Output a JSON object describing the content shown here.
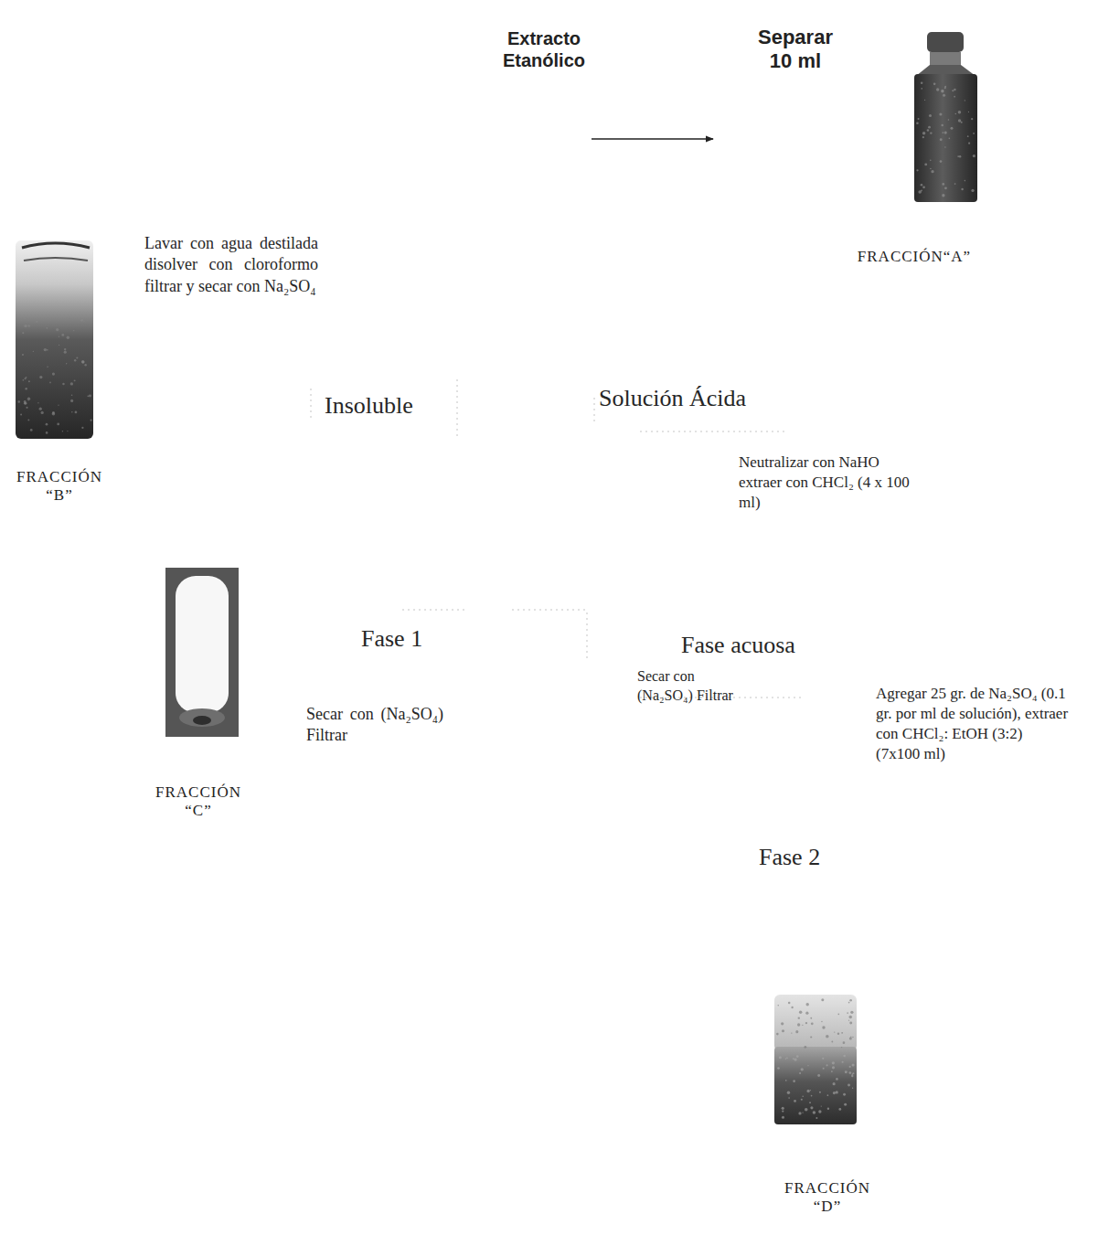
{
  "diagram": {
    "nodes": [
      {
        "text": [
          "Extracto Etanólico"
        ]
      },
      {
        "text": [
          "FRACCIÓN“A”"
        ]
      },
      {
        "text": [
          "FRACCIÓN “B”"
        ]
      },
      {
        "text": [
          "FRACCIÓN “C”"
        ]
      },
      {
        "text": [
          "FRACCIÓN “D”"
        ]
      }
    ],
    "edges": [
      {
        "from": 0,
        "to": 1,
        "arrow": "to",
        "label": "Separar 10 ml"
      }
    ],
    "labels": [
      "Lavar con agua destilada disolver con cloroformo filtrar y secar con Na₂SO₄",
      "Insoluble",
      "Solución Ácida",
      "Neutralizar con NaHO extraer con CHCl₂ (4 x 100 ml)",
      "Fase 1",
      "Secar con (Na₂SO₄) Filtrar",
      "Fase acuosa",
      "Secar con (Na₂SO₄) Filtrar",
      "Agregar 25 gr. de Na₂SO₄ (0.1 gr. por ml de solución), extraer con CHCl₂: EtOH (3:2) (7x100 ml)",
      "Fase 2"
    ]
  }
}
